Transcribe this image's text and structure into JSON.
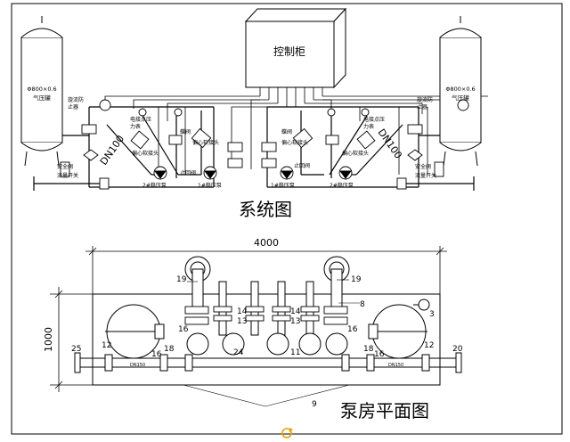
{
  "system": {
    "title": "系统图",
    "control_cabinet": "控制柜",
    "tank_left_line1": "Φ800×0.6",
    "tank_left_line2": "气压罐",
    "tank_right_line1": "Φ800×0.6",
    "tank_right_line2": "气压罐",
    "vortex_left": "旋流防\n止器",
    "vortex_right": "旋流防\n止器",
    "pressure_gauge_left": "电接点压\n力表",
    "pressure_gauge_right": "电接点压\n力表",
    "gate_left": "蝶阀",
    "gate_right": "蝶阀",
    "soft_joint_1": "偏心软接头",
    "soft_joint_2": "偏心软接头",
    "soft_joint_3": "偏心软接头",
    "soft_joint_4": "偏心软接头",
    "check_left": "止回阀",
    "check_right": "止回阀",
    "pump_1": "2#稳压泵",
    "pump_2": "1#稳压泵",
    "pump_3": "1#稳压泵",
    "pump_4": "2#稳压泵",
    "pipe_left": "DN100",
    "pipe_right": "DN100",
    "safety_left": "安全阀",
    "flow_left": "流量开关",
    "safety_right": "安全阀",
    "flow_right": "流量开关"
  },
  "plan": {
    "title": "泵房平面图",
    "width_dim": "4000",
    "height_dim": "1000",
    "tags": {
      "t19a": "19",
      "t19b": "19",
      "t8": "8",
      "t3": "3",
      "t14a": "14",
      "t13a": "13",
      "t14b": "14",
      "t13b": "13",
      "t12a": "12",
      "t12b": "12",
      "t25": "25",
      "t20": "20",
      "t18a": "18",
      "t18b": "18",
      "t16a": "16",
      "t16b": "16",
      "t16c": "16",
      "t16d": "16",
      "t24": "24",
      "t11": "11",
      "t9": "9"
    },
    "pipe_left": "DN150",
    "pipe_right": "DN150"
  }
}
